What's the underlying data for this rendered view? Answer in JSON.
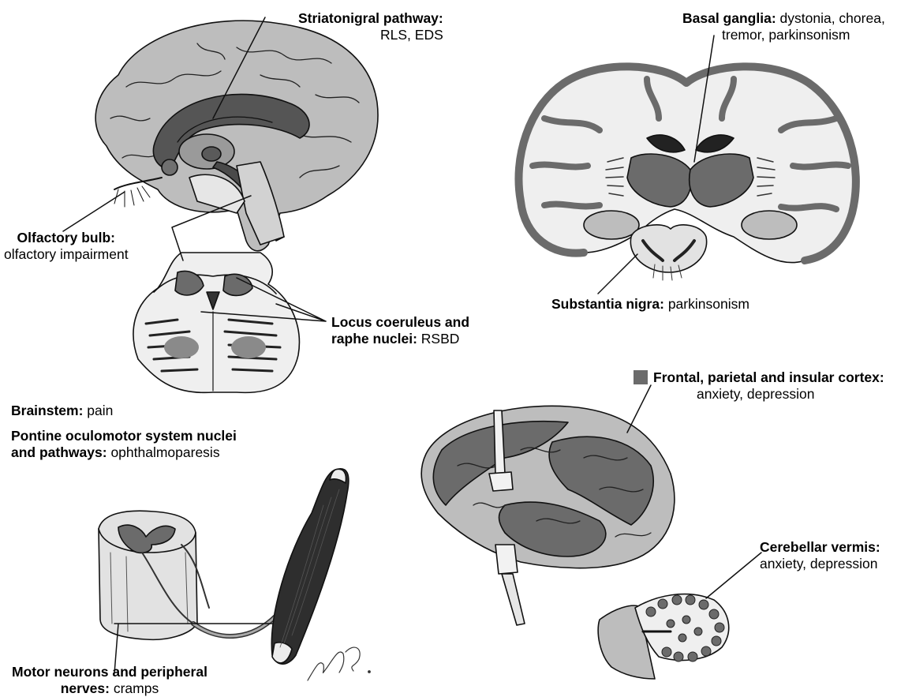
{
  "colors": {
    "affected": "#6b6b6b",
    "tissue": "#bdbdbd",
    "white_matter": "#efefef",
    "dark": "#2e2e2e",
    "outline": "#111111"
  },
  "labels": {
    "striatonigral": {
      "title": "Striatonigral pathway:",
      "text": "RLS, EDS"
    },
    "basal_ganglia": {
      "title": "Basal ganglia:",
      "text": "dystonia, chorea,",
      "text2": "tremor, parkinsonism"
    },
    "olfactory": {
      "title": "Olfactory bulb:",
      "text": "olfactory impairment"
    },
    "substantia_nigra": {
      "title": "Substantia nigra:",
      "text": "parkinsonism"
    },
    "locus": {
      "title": "Locus coeruleus and",
      "title2": "raphe nuclei:",
      "text": "RSBD"
    },
    "brainstem": {
      "title": "Brainstem:",
      "text": "pain"
    },
    "pontine": {
      "title": "Pontine oculomotor system nuclei",
      "title2": "and pathways:",
      "text": "ophthalmoparesis"
    },
    "cortex": {
      "title": "Frontal, parietal and insular cortex:",
      "text": "anxiety, depression"
    },
    "cerebellar": {
      "title": "Cerebellar vermis:",
      "text": "anxiety, depression"
    },
    "motor": {
      "title": "Motor neurons and peripheral",
      "title2": "nerves:",
      "text": "cramps"
    }
  },
  "icons": [
    "sagittal-brain-icon",
    "coronal-brain-section-icon",
    "pons-section-icon",
    "lateral-brain-icon",
    "spinal-cord-icon",
    "muscle-icon",
    "cerebellum-section-icon",
    "artist-signature-icon"
  ]
}
